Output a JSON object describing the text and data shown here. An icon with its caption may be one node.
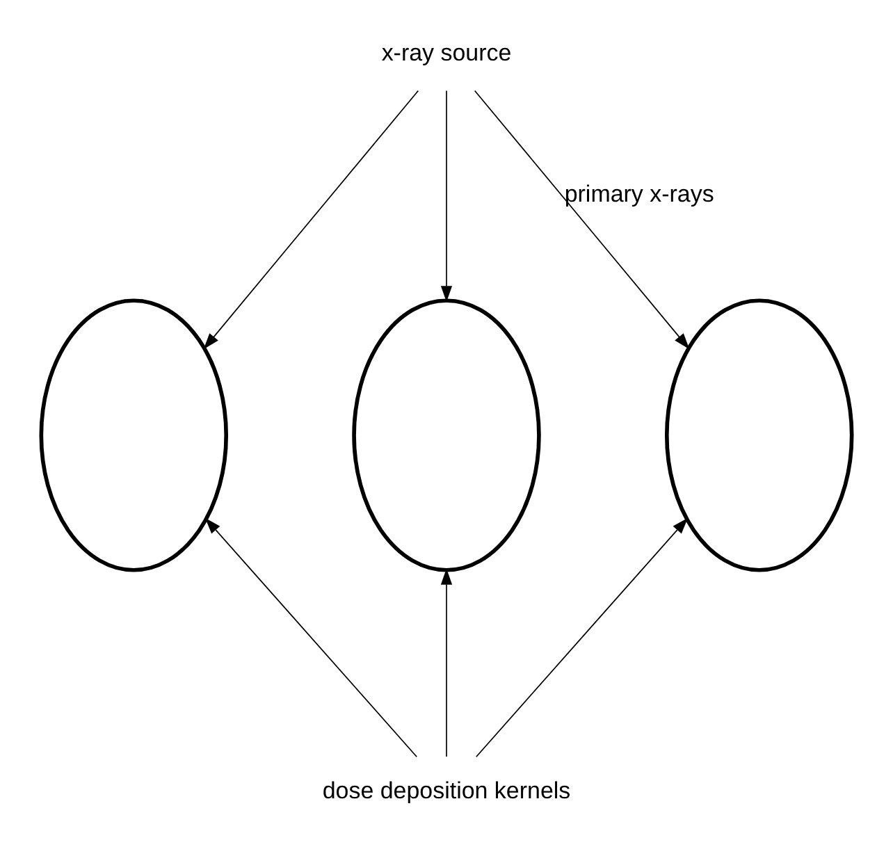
{
  "diagram": {
    "nodes": [
      {
        "text": [
          "x-ray source"
        ]
      },
      {
        "text": [],
        "shape": "ellipse"
      },
      {
        "text": [],
        "shape": "ellipse"
      },
      {
        "text": [],
        "shape": "ellipse"
      },
      {
        "text": [
          "dose deposition kernels"
        ]
      }
    ],
    "edges": [
      {
        "from": 0,
        "to": 1,
        "arrow": "to"
      },
      {
        "from": 0,
        "to": 2,
        "arrow": "to"
      },
      {
        "from": 0,
        "to": 3,
        "arrow": "to",
        "label": "primary x-rays"
      },
      {
        "from": 4,
        "to": 1,
        "arrow": "to"
      },
      {
        "from": 4,
        "to": 2,
        "arrow": "to"
      },
      {
        "from": 4,
        "to": 3,
        "arrow": "to"
      }
    ]
  }
}
